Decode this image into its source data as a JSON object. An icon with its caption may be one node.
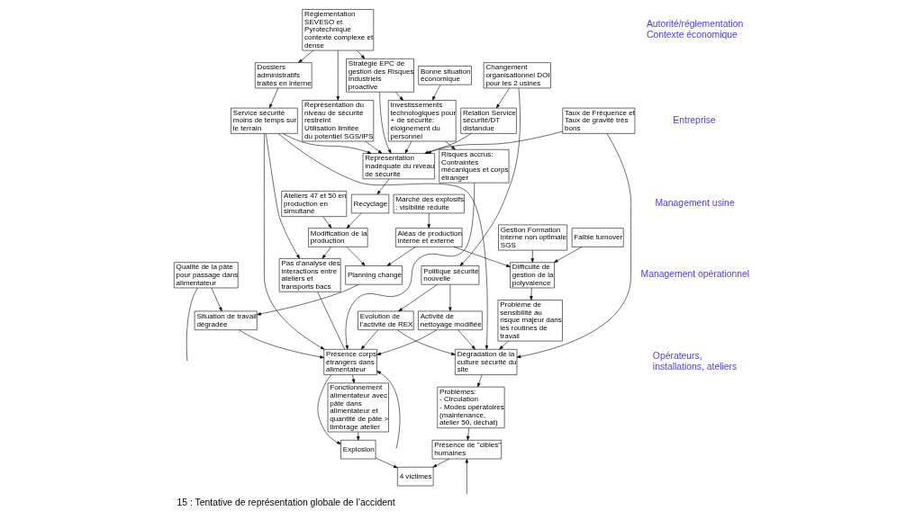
{
  "diagram": {
    "caption": "15 : Tentative de représentation globale de l’accident",
    "nodes": [
      {
        "text": [
          "Marché des explosifs : visibilité réduite"
        ]
      },
      {
        "text": [
          "Réglementation SEVESO et Pyrotechnique contexte complexe et dense"
        ]
      },
      {
        "text": [
          "Bonne situation économique"
        ]
      },
      {
        "text": [
          "Stratégie EPC de gestion des Risques Industriels proactive"
        ]
      },
      {
        "text": [
          "Investissements technologiques pour + de sécurité: éloignement du personnel"
        ]
      },
      {
        "text": [
          "Recyclage"
        ]
      },
      {
        "text": [
          "Représentation inadéquate du niveau de sécurité"
        ]
      },
      {
        "text": [
          "Changement organisationnel DOI pour les 2 usines"
        ]
      },
      {
        "text": [
          "Relation Service sécurité/DT distandue"
        ]
      },
      {
        "text": [
          "Faible turnover"
        ]
      },
      {
        "text": [
          "Représentation du niveau de sécurité restreint Utilisation limitée du potentiel SGS/IPS"
        ]
      },
      {
        "text": [
          "Dossiers administratifs traités en interne"
        ]
      },
      {
        "text": [
          "Ateliers 47 et 50 en production en simultané"
        ]
      },
      {
        "text": [
          "Politique sécurité nouvelle"
        ]
      },
      {
        "text": [
          "Gestion Formation interne non optimale SGS"
        ]
      },
      {
        "text": [
          "Difficulté de gestion de la polyvalence"
        ]
      },
      {
        "text": [
          "Risques accrus: Contraintes mécaniques et corps étranger"
        ]
      },
      {
        "text": [
          "Pas d’analyse des interactions entre ateliers et transports bacs"
        ]
      },
      {
        "text": [
          "Modification de la production"
        ]
      },
      {
        "text": [
          "Activité de nettoyage modifiée"
        ]
      },
      {
        "text": [
          "Evolution de l’activité de REX"
        ]
      },
      {
        "text": [
          "Taux de Fréquence et Taux de gravité très bons"
        ]
      },
      {
        "text": [
          "Aléas de production interne et externe"
        ]
      },
      {
        "text": [
          "Planning changé"
        ]
      },
      {
        "text": [
          "Service sécurité moins de temps sur le terrain"
        ]
      },
      {
        "text": [
          "Dégradation de la culture sécurité du site"
        ]
      },
      {
        "text": [
          "Problèmes:",
          "- Circulation",
          "- Modes opératoires (maintenance, atelier 50, déchat)"
        ]
      },
      {
        "text": [
          "Problème de sensibilité au risque majeur dans les routines de travail"
        ]
      },
      {
        "text": [
          "Qualité de la pâte pour passage dans alimentateur"
        ]
      },
      {
        "text": [
          "Situation de travail dégradée"
        ]
      },
      {
        "text": [
          "Présence corps étrangers dans alimentateur"
        ]
      },
      {
        "text": [
          "Explosion"
        ]
      },
      {
        "text": [
          "Fonctionnement alimentateur avec pâte dans alimentateur et quantité de pâte > timbrage atelier"
        ]
      },
      {
        "text": [
          "Présence de \"cibles\" humaines"
        ]
      },
      {
        "text": [
          "4 victimes"
        ]
      }
    ],
    "edges": [
      {
        "from": 0,
        "to": 22,
        "arrow": "to"
      },
      {
        "from": 1,
        "to": 3,
        "arrow": "to"
      },
      {
        "from": 1,
        "to": 10,
        "arrow": "to"
      },
      {
        "from": 1,
        "to": 11,
        "arrow": "to"
      },
      {
        "from": 2,
        "to": 4,
        "arrow": "to"
      },
      {
        "from": 3,
        "to": 4,
        "arrow": "to"
      },
      {
        "from": 3,
        "to": 6,
        "arrow": "to"
      },
      {
        "from": 4,
        "to": 6,
        "arrow": "to"
      },
      {
        "from": 4,
        "to": 16,
        "arrow": "to"
      },
      {
        "from": 10,
        "to": 6,
        "arrow": "to"
      },
      {
        "from": 6,
        "to": 5,
        "arrow": "to"
      },
      {
        "from": 7,
        "to": 13,
        "arrow": "to"
      },
      {
        "from": 7,
        "to": 8,
        "arrow": "to"
      },
      {
        "from": 8,
        "to": 6,
        "arrow": "to"
      },
      {
        "from": 21,
        "to": 6,
        "arrow": "to"
      },
      {
        "from": 24,
        "to": 6,
        "arrow": "to"
      },
      {
        "from": 22,
        "to": 15,
        "arrow": "to"
      },
      {
        "from": 9,
        "to": 15,
        "arrow": "to"
      },
      {
        "from": 14,
        "to": 15,
        "arrow": "to"
      },
      {
        "from": 15,
        "to": 27,
        "arrow": "to"
      },
      {
        "from": 12,
        "to": 18,
        "arrow": "to"
      },
      {
        "from": 5,
        "to": 18,
        "arrow": "to"
      },
      {
        "from": 11,
        "to": 24,
        "arrow": "to"
      },
      {
        "from": 18,
        "to": 17,
        "arrow": "to"
      },
      {
        "from": 18,
        "to": 23,
        "arrow": "to"
      },
      {
        "from": 24,
        "to": 17,
        "arrow": "to"
      },
      {
        "from": 13,
        "to": 19,
        "arrow": "to"
      },
      {
        "from": 13,
        "to": 20,
        "arrow": "to"
      },
      {
        "from": 22,
        "to": 23,
        "arrow": "to"
      },
      {
        "from": 23,
        "to": 29,
        "arrow": "to"
      },
      {
        "from": 28,
        "to": 29,
        "arrow": "to"
      },
      {
        "from": 16,
        "to": 30,
        "arrow": "to"
      },
      {
        "from": 29,
        "to": 30,
        "arrow": "to"
      },
      {
        "from": 17,
        "to": 30,
        "arrow": "none"
      },
      {
        "from": 19,
        "to": 30,
        "arrow": "to"
      },
      {
        "from": 24,
        "to": 30,
        "arrow": "to"
      },
      {
        "from": 20,
        "to": 30,
        "arrow": "to"
      },
      {
        "from": null,
        "to": 30,
        "arrow": "to"
      },
      {
        "from": 24,
        "to": 25,
        "arrow": "to"
      },
      {
        "from": 19,
        "to": 25,
        "arrow": "to"
      },
      {
        "from": 20,
        "to": 25,
        "arrow": "to"
      },
      {
        "from": 21,
        "to": 25,
        "arrow": "to"
      },
      {
        "from": 27,
        "to": 25,
        "arrow": "to"
      },
      {
        "from": 25,
        "to": 26,
        "arrow": "to"
      },
      {
        "from": 30,
        "to": 32,
        "arrow": "to"
      },
      {
        "from": 30,
        "to": 31,
        "arrow": "to"
      },
      {
        "from": 32,
        "to": 31,
        "arrow": "to"
      },
      {
        "from": 31,
        "to": 34,
        "arrow": "to"
      },
      {
        "from": 33,
        "to": 34,
        "arrow": "to"
      },
      {
        "from": 26,
        "to": 33,
        "arrow": "to"
      },
      {
        "from": null,
        "to": 33,
        "arrow": "to"
      },
      {
        "from": 28,
        "to": null,
        "arrow": "none"
      }
    ],
    "labels": [
      "Autorité/réglementation Contexte économique",
      "Entreprise",
      "Management usine",
      "Management opérationnel",
      "Opérateurs, installations, ateliers"
    ]
  }
}
